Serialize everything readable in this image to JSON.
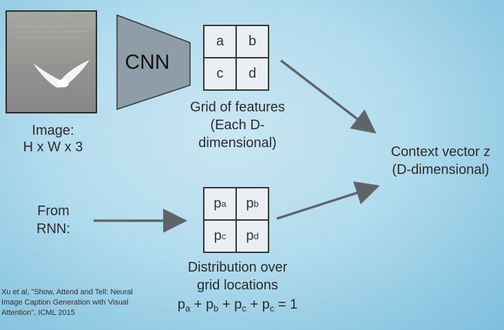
{
  "image_label": {
    "line1": "Image:",
    "line2": "H x W x 3"
  },
  "cnn_label": "CNN",
  "feature_grid": {
    "cells": [
      "a",
      "b",
      "c",
      "d"
    ],
    "caption": [
      "Grid of features",
      "(Each D-",
      "dimensional)"
    ]
  },
  "context_vector": {
    "line1": "Context vector z",
    "line2": "(D-dimensional)"
  },
  "rnn_label": {
    "line1": "From",
    "line2": "RNN:"
  },
  "dist_grid": {
    "cells": [
      {
        "base": "p",
        "sub": "a"
      },
      {
        "base": "p",
        "sub": "b"
      },
      {
        "base": "p",
        "sub": "c"
      },
      {
        "base": "p",
        "sub": "d"
      }
    ],
    "caption": [
      "Distribution over",
      "grid locations"
    ],
    "equation": {
      "terms": [
        {
          "base": "p",
          "sub": "a"
        },
        {
          "base": "p",
          "sub": "b"
        },
        {
          "base": "p",
          "sub": "c"
        },
        {
          "base": "p",
          "sub": "c"
        }
      ],
      "plus": "+",
      "rhs": "= 1"
    }
  },
  "citation": [
    "Xu et al, \"Show, Attend and Tell: Neural",
    "Image Caption Generation with Visual",
    "Attention\", ICML 2015"
  ]
}
